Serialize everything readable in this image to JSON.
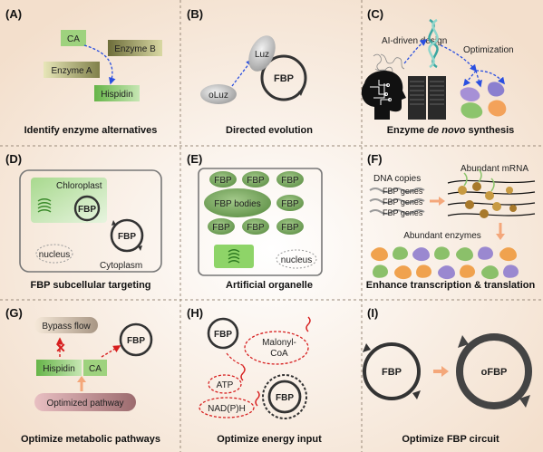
{
  "panels": [
    {
      "label": "(A)",
      "caption": "Identify enzyme alternatives"
    },
    {
      "label": "(B)",
      "caption": "Directed evolution"
    },
    {
      "label": "(C)",
      "caption_pre": "Enzyme ",
      "caption_em": "de novo",
      "caption_post": " synthesis"
    },
    {
      "label": "(D)",
      "caption": "FBP subcellular targeting"
    },
    {
      "label": "(E)",
      "caption": "Artificial organelle"
    },
    {
      "label": "(F)",
      "caption": "Enhance transcription & translation"
    },
    {
      "label": "(G)",
      "caption": "Optimize metabolic pathways"
    },
    {
      "label": "(H)",
      "caption": "Optimize energy input"
    },
    {
      "label": "(I)",
      "caption": "Optimize FBP circuit"
    }
  ],
  "a": {
    "ca": "CA",
    "enzyme_a": "Enzyme A",
    "enzyme_b": "Enzyme B",
    "hispidin": "Hispidin"
  },
  "b": {
    "luz": "Luz",
    "oluz": "oLuz",
    "fbp": "FBP"
  },
  "c": {
    "ai": "AI-driven design",
    "optimization": "Optimization"
  },
  "d": {
    "chloroplast": "Chloroplast",
    "fbp_in": "FBP",
    "fbp_cyto": "FBP",
    "nucleus": "nucleus",
    "cytoplasm": "Cytoplasm"
  },
  "e": {
    "fbp": "FBP",
    "bodies": "FBP bodies",
    "nucleus": "nucleus"
  },
  "f": {
    "dna": "DNA copies",
    "mrna": "Abundant mRNA",
    "gene": "FBP genes",
    "enzymes": "Abundant enzymes"
  },
  "g": {
    "bypass": "Bypass flow",
    "hispidin": "Hispidin",
    "ca": "CA",
    "fbp": "FBP",
    "optimized": "Optimized pathway"
  },
  "h": {
    "fbp": "FBP",
    "malonyl_1": "Malonyl-",
    "malonyl_2": "CoA",
    "atp": "ATP",
    "nadph": "NAD(P)H"
  },
  "i": {
    "fbp": "FBP",
    "ofbp": "oFBP"
  },
  "colors": {
    "green": "#8ec46a",
    "olive": "#8a8a4a",
    "arrow_blue": "#2a4fe0",
    "orange": "#f4a77a",
    "red": "#d71f1f",
    "dark": "#333333"
  }
}
